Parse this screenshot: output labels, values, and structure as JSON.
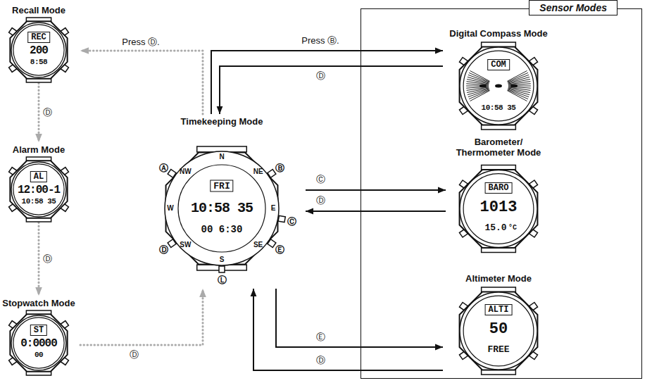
{
  "diagram": {
    "nodes": [
      {
        "text": [
          "Recall Mode",
          "REC",
          "200",
          "8:58"
        ]
      },
      {
        "text": [
          "Alarm Mode",
          "AL",
          "12:00-1",
          "10:58 35"
        ]
      },
      {
        "text": [
          "Stopwatch Mode",
          "ST",
          "0:0000",
          "00"
        ]
      },
      {
        "text": [
          "Timekeeping Mode",
          "FRI",
          "10:58 35",
          "00 6:30"
        ]
      },
      {
        "text": [
          "Sensor Modes"
        ]
      },
      {
        "text": [
          "Digital Compass Mode",
          "COM",
          "10:58 35"
        ],
        "in": 4
      },
      {
        "text": [
          "Barometer/ Thermometer Mode",
          "BARO",
          "1013",
          "15.0",
          "°C"
        ],
        "in": 4
      },
      {
        "text": [
          "Altimeter Mode",
          "ALTI",
          "50",
          "FREE"
        ],
        "in": 4
      }
    ],
    "edges": [
      {
        "from": 3,
        "to": 0,
        "arrow": "to",
        "label": "Press Ⓓ."
      },
      {
        "from": 0,
        "to": 1,
        "arrow": "to",
        "label": "Ⓓ"
      },
      {
        "from": 1,
        "to": 2,
        "arrow": "to",
        "label": "Ⓓ"
      },
      {
        "from": 2,
        "to": 3,
        "arrow": "to",
        "label": "Ⓓ"
      },
      {
        "from": 3,
        "to": 5,
        "arrow": "to",
        "label": "Press Ⓑ."
      },
      {
        "from": 5,
        "to": 3,
        "arrow": "to",
        "label": "Ⓓ"
      },
      {
        "from": 3,
        "to": 6,
        "arrow": "to",
        "label": "Ⓒ"
      },
      {
        "from": 6,
        "to": 3,
        "arrow": "to",
        "label": "Ⓓ"
      },
      {
        "from": 3,
        "to": 7,
        "arrow": "to",
        "label": "Ⓔ"
      },
      {
        "from": 7,
        "to": 3,
        "arrow": "to",
        "label": "Ⓓ"
      }
    ],
    "labels": [
      "Ⓐ",
      "Ⓑ",
      "Ⓒ",
      "Ⓓ",
      "Ⓔ",
      "Ⓛ",
      "N",
      "NE",
      "E",
      "SE",
      "S",
      "SW",
      "W",
      "NW"
    ]
  }
}
